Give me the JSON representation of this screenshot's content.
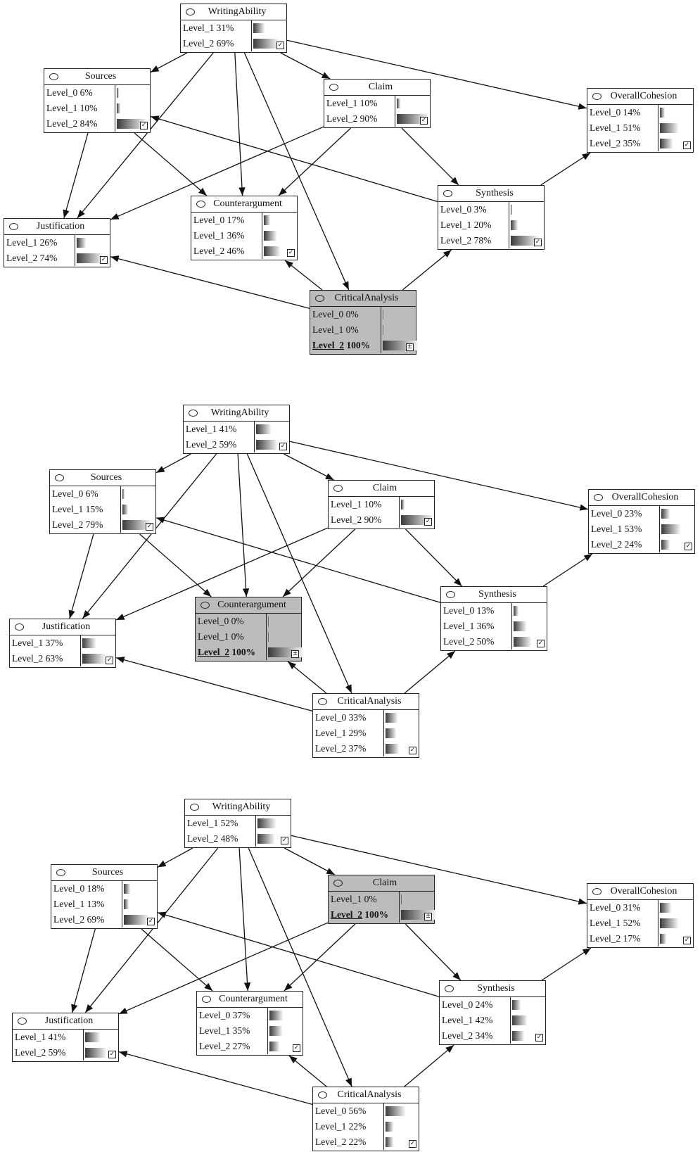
{
  "panels": [
    {
      "nodes": [
        {
          "id": "WritingAbility",
          "title": "WritingAbility",
          "evidence": false,
          "states": [
            {
              "label": "Level_1",
              "pct": "31%",
              "v": 0.31
            },
            {
              "label": "Level_2",
              "pct": "69%",
              "v": 0.69
            }
          ]
        },
        {
          "id": "Sources",
          "title": "Sources",
          "evidence": false,
          "states": [
            {
              "label": "Level_0",
              "pct": "6%",
              "v": 0.06
            },
            {
              "label": "Level_1",
              "pct": "10%",
              "v": 0.1
            },
            {
              "label": "Level_2",
              "pct": "84%",
              "v": 0.84
            }
          ]
        },
        {
          "id": "Claim",
          "title": "Claim",
          "evidence": false,
          "states": [
            {
              "label": "Level_1",
              "pct": "10%",
              "v": 0.1
            },
            {
              "label": "Level_2",
              "pct": "90%",
              "v": 0.9
            }
          ]
        },
        {
          "id": "OverallCohesion",
          "title": "OverallCohesion",
          "evidence": false,
          "states": [
            {
              "label": "Level_0",
              "pct": "14%",
              "v": 0.14
            },
            {
              "label": "Level_1",
              "pct": "51%",
              "v": 0.51
            },
            {
              "label": "Level_2",
              "pct": "35%",
              "v": 0.35
            }
          ]
        },
        {
          "id": "Counterargument",
          "title": "Counterargument",
          "evidence": false,
          "states": [
            {
              "label": "Level_0",
              "pct": "17%",
              "v": 0.17
            },
            {
              "label": "Level_1",
              "pct": "36%",
              "v": 0.36
            },
            {
              "label": "Level_2",
              "pct": "46%",
              "v": 0.46
            }
          ]
        },
        {
          "id": "Synthesis",
          "title": "Synthesis",
          "evidence": false,
          "states": [
            {
              "label": "Level_0",
              "pct": "3%",
              "v": 0.03
            },
            {
              "label": "Level_1",
              "pct": "20%",
              "v": 0.2
            },
            {
              "label": "Level_2",
              "pct": "78%",
              "v": 0.78
            }
          ]
        },
        {
          "id": "Justification",
          "title": "Justification",
          "evidence": false,
          "states": [
            {
              "label": "Level_1",
              "pct": "26%",
              "v": 0.26
            },
            {
              "label": "Level_2",
              "pct": "74%",
              "v": 0.74
            }
          ]
        },
        {
          "id": "CriticalAnalysis",
          "title": "CriticalAnalysis",
          "evidence": true,
          "states": [
            {
              "label": "Level_0",
              "pct": "0%",
              "v": 0
            },
            {
              "label": "Level_1",
              "pct": "0%",
              "v": 0
            },
            {
              "label": "Level_2",
              "pct": "100%",
              "v": 1.0,
              "selected": true
            }
          ]
        }
      ]
    },
    {
      "nodes": [
        {
          "id": "WritingAbility",
          "title": "WritingAbility",
          "evidence": false,
          "states": [
            {
              "label": "Level_1",
              "pct": "41%",
              "v": 0.41
            },
            {
              "label": "Level_2",
              "pct": "59%",
              "v": 0.59
            }
          ]
        },
        {
          "id": "Sources",
          "title": "Sources",
          "evidence": false,
          "states": [
            {
              "label": "Level_0",
              "pct": "6%",
              "v": 0.06
            },
            {
              "label": "Level_1",
              "pct": "15%",
              "v": 0.15
            },
            {
              "label": "Level_2",
              "pct": "79%",
              "v": 0.79
            }
          ]
        },
        {
          "id": "Claim",
          "title": "Claim",
          "evidence": false,
          "states": [
            {
              "label": "Level_1",
              "pct": "10%",
              "v": 0.1
            },
            {
              "label": "Level_2",
              "pct": "90%",
              "v": 0.9
            }
          ]
        },
        {
          "id": "OverallCohesion",
          "title": "OverallCohesion",
          "evidence": false,
          "states": [
            {
              "label": "Level_0",
              "pct": "23%",
              "v": 0.23
            },
            {
              "label": "Level_1",
              "pct": "53%",
              "v": 0.53
            },
            {
              "label": "Level_2",
              "pct": "24%",
              "v": 0.24
            }
          ]
        },
        {
          "id": "Counterargument",
          "title": "Counterargument",
          "evidence": true,
          "states": [
            {
              "label": "Level_0",
              "pct": "0%",
              "v": 0
            },
            {
              "label": "Level_1",
              "pct": "0%",
              "v": 0
            },
            {
              "label": "Level_2",
              "pct": "100%",
              "v": 1.0,
              "selected": true
            }
          ]
        },
        {
          "id": "Synthesis",
          "title": "Synthesis",
          "evidence": false,
          "states": [
            {
              "label": "Level_0",
              "pct": "13%",
              "v": 0.13
            },
            {
              "label": "Level_1",
              "pct": "36%",
              "v": 0.36
            },
            {
              "label": "Level_2",
              "pct": "50%",
              "v": 0.5
            }
          ]
        },
        {
          "id": "Justification",
          "title": "Justification",
          "evidence": false,
          "states": [
            {
              "label": "Level_1",
              "pct": "37%",
              "v": 0.37
            },
            {
              "label": "Level_2",
              "pct": "63%",
              "v": 0.63
            }
          ]
        },
        {
          "id": "CriticalAnalysis",
          "title": "CriticalAnalysis",
          "evidence": false,
          "states": [
            {
              "label": "Level_0",
              "pct": "33%",
              "v": 0.33
            },
            {
              "label": "Level_1",
              "pct": "29%",
              "v": 0.29
            },
            {
              "label": "Level_2",
              "pct": "37%",
              "v": 0.37
            }
          ]
        }
      ]
    },
    {
      "nodes": [
        {
          "id": "WritingAbility",
          "title": "WritingAbility",
          "evidence": false,
          "states": [
            {
              "label": "Level_1",
              "pct": "52%",
              "v": 0.52
            },
            {
              "label": "Level_2",
              "pct": "48%",
              "v": 0.48
            }
          ]
        },
        {
          "id": "Sources",
          "title": "Sources",
          "evidence": false,
          "states": [
            {
              "label": "Level_0",
              "pct": "18%",
              "v": 0.18
            },
            {
              "label": "Level_1",
              "pct": "13%",
              "v": 0.13
            },
            {
              "label": "Level_2",
              "pct": "69%",
              "v": 0.69
            }
          ]
        },
        {
          "id": "Claim",
          "title": "Claim",
          "evidence": true,
          "states": [
            {
              "label": "Level_1",
              "pct": "0%",
              "v": 0
            },
            {
              "label": "Level_2",
              "pct": "100%",
              "v": 1.0,
              "selected": true
            }
          ]
        },
        {
          "id": "OverallCohesion",
          "title": "OverallCohesion",
          "evidence": false,
          "states": [
            {
              "label": "Level_0",
              "pct": "31%",
              "v": 0.31
            },
            {
              "label": "Level_1",
              "pct": "52%",
              "v": 0.52
            },
            {
              "label": "Level_2",
              "pct": "17%",
              "v": 0.17
            }
          ]
        },
        {
          "id": "Counterargument",
          "title": "Counterargument",
          "evidence": false,
          "states": [
            {
              "label": "Level_0",
              "pct": "37%",
              "v": 0.37
            },
            {
              "label": "Level_1",
              "pct": "35%",
              "v": 0.35
            },
            {
              "label": "Level_2",
              "pct": "27%",
              "v": 0.27
            }
          ]
        },
        {
          "id": "Synthesis",
          "title": "Synthesis",
          "evidence": false,
          "states": [
            {
              "label": "Level_0",
              "pct": "24%",
              "v": 0.24
            },
            {
              "label": "Level_1",
              "pct": "42%",
              "v": 0.42
            },
            {
              "label": "Level_2",
              "pct": "34%",
              "v": 0.34
            }
          ]
        },
        {
          "id": "Justification",
          "title": "Justification",
          "evidence": false,
          "states": [
            {
              "label": "Level_1",
              "pct": "41%",
              "v": 0.41
            },
            {
              "label": "Level_2",
              "pct": "59%",
              "v": 0.59
            }
          ]
        },
        {
          "id": "CriticalAnalysis",
          "title": "CriticalAnalysis",
          "evidence": false,
          "states": [
            {
              "label": "Level_0",
              "pct": "56%",
              "v": 0.56
            },
            {
              "label": "Level_1",
              "pct": "22%",
              "v": 0.22
            },
            {
              "label": "Level_2",
              "pct": "22%",
              "v": 0.22
            }
          ]
        }
      ]
    }
  ],
  "edges": [
    [
      "WritingAbility",
      "Sources"
    ],
    [
      "WritingAbility",
      "Claim"
    ],
    [
      "WritingAbility",
      "OverallCohesion"
    ],
    [
      "WritingAbility",
      "Justification"
    ],
    [
      "WritingAbility",
      "Counterargument"
    ],
    [
      "WritingAbility",
      "CriticalAnalysis"
    ],
    [
      "Sources",
      "Justification"
    ],
    [
      "Sources",
      "Counterargument"
    ],
    [
      "Claim",
      "Justification"
    ],
    [
      "Claim",
      "Counterargument"
    ],
    [
      "Claim",
      "Synthesis"
    ],
    [
      "Synthesis",
      "Sources"
    ],
    [
      "Synthesis",
      "OverallCohesion"
    ],
    [
      "CriticalAnalysis",
      "Justification"
    ],
    [
      "CriticalAnalysis",
      "Counterargument"
    ],
    [
      "CriticalAnalysis",
      "Synthesis"
    ]
  ]
}
